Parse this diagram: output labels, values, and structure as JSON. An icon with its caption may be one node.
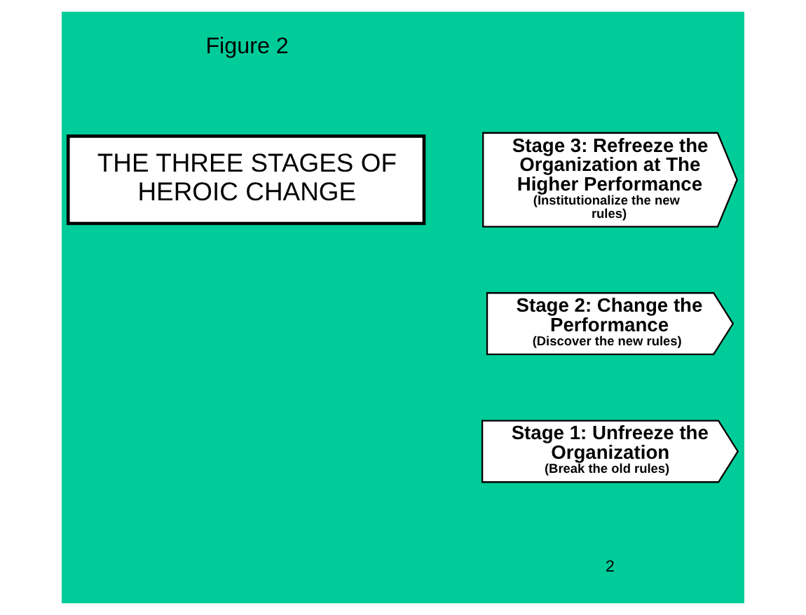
{
  "diagram": {
    "nodes": [
      {
        "text": [
          "THE THREE STAGES OF HEROIC CHANGE"
        ]
      },
      {
        "text": [
          "Stage 1: Unfreeze the Organization",
          "(Break the old rules)"
        ]
      },
      {
        "text": [
          "Stage 2: Change the Performance",
          "(Discover the new rules)"
        ]
      },
      {
        "text": [
          "Stage 3: Refreeze the Organization at The Higher Performance",
          "(Institutionalize the new rules)"
        ]
      }
    ],
    "labels": [
      "Figure 2",
      "2"
    ]
  }
}
